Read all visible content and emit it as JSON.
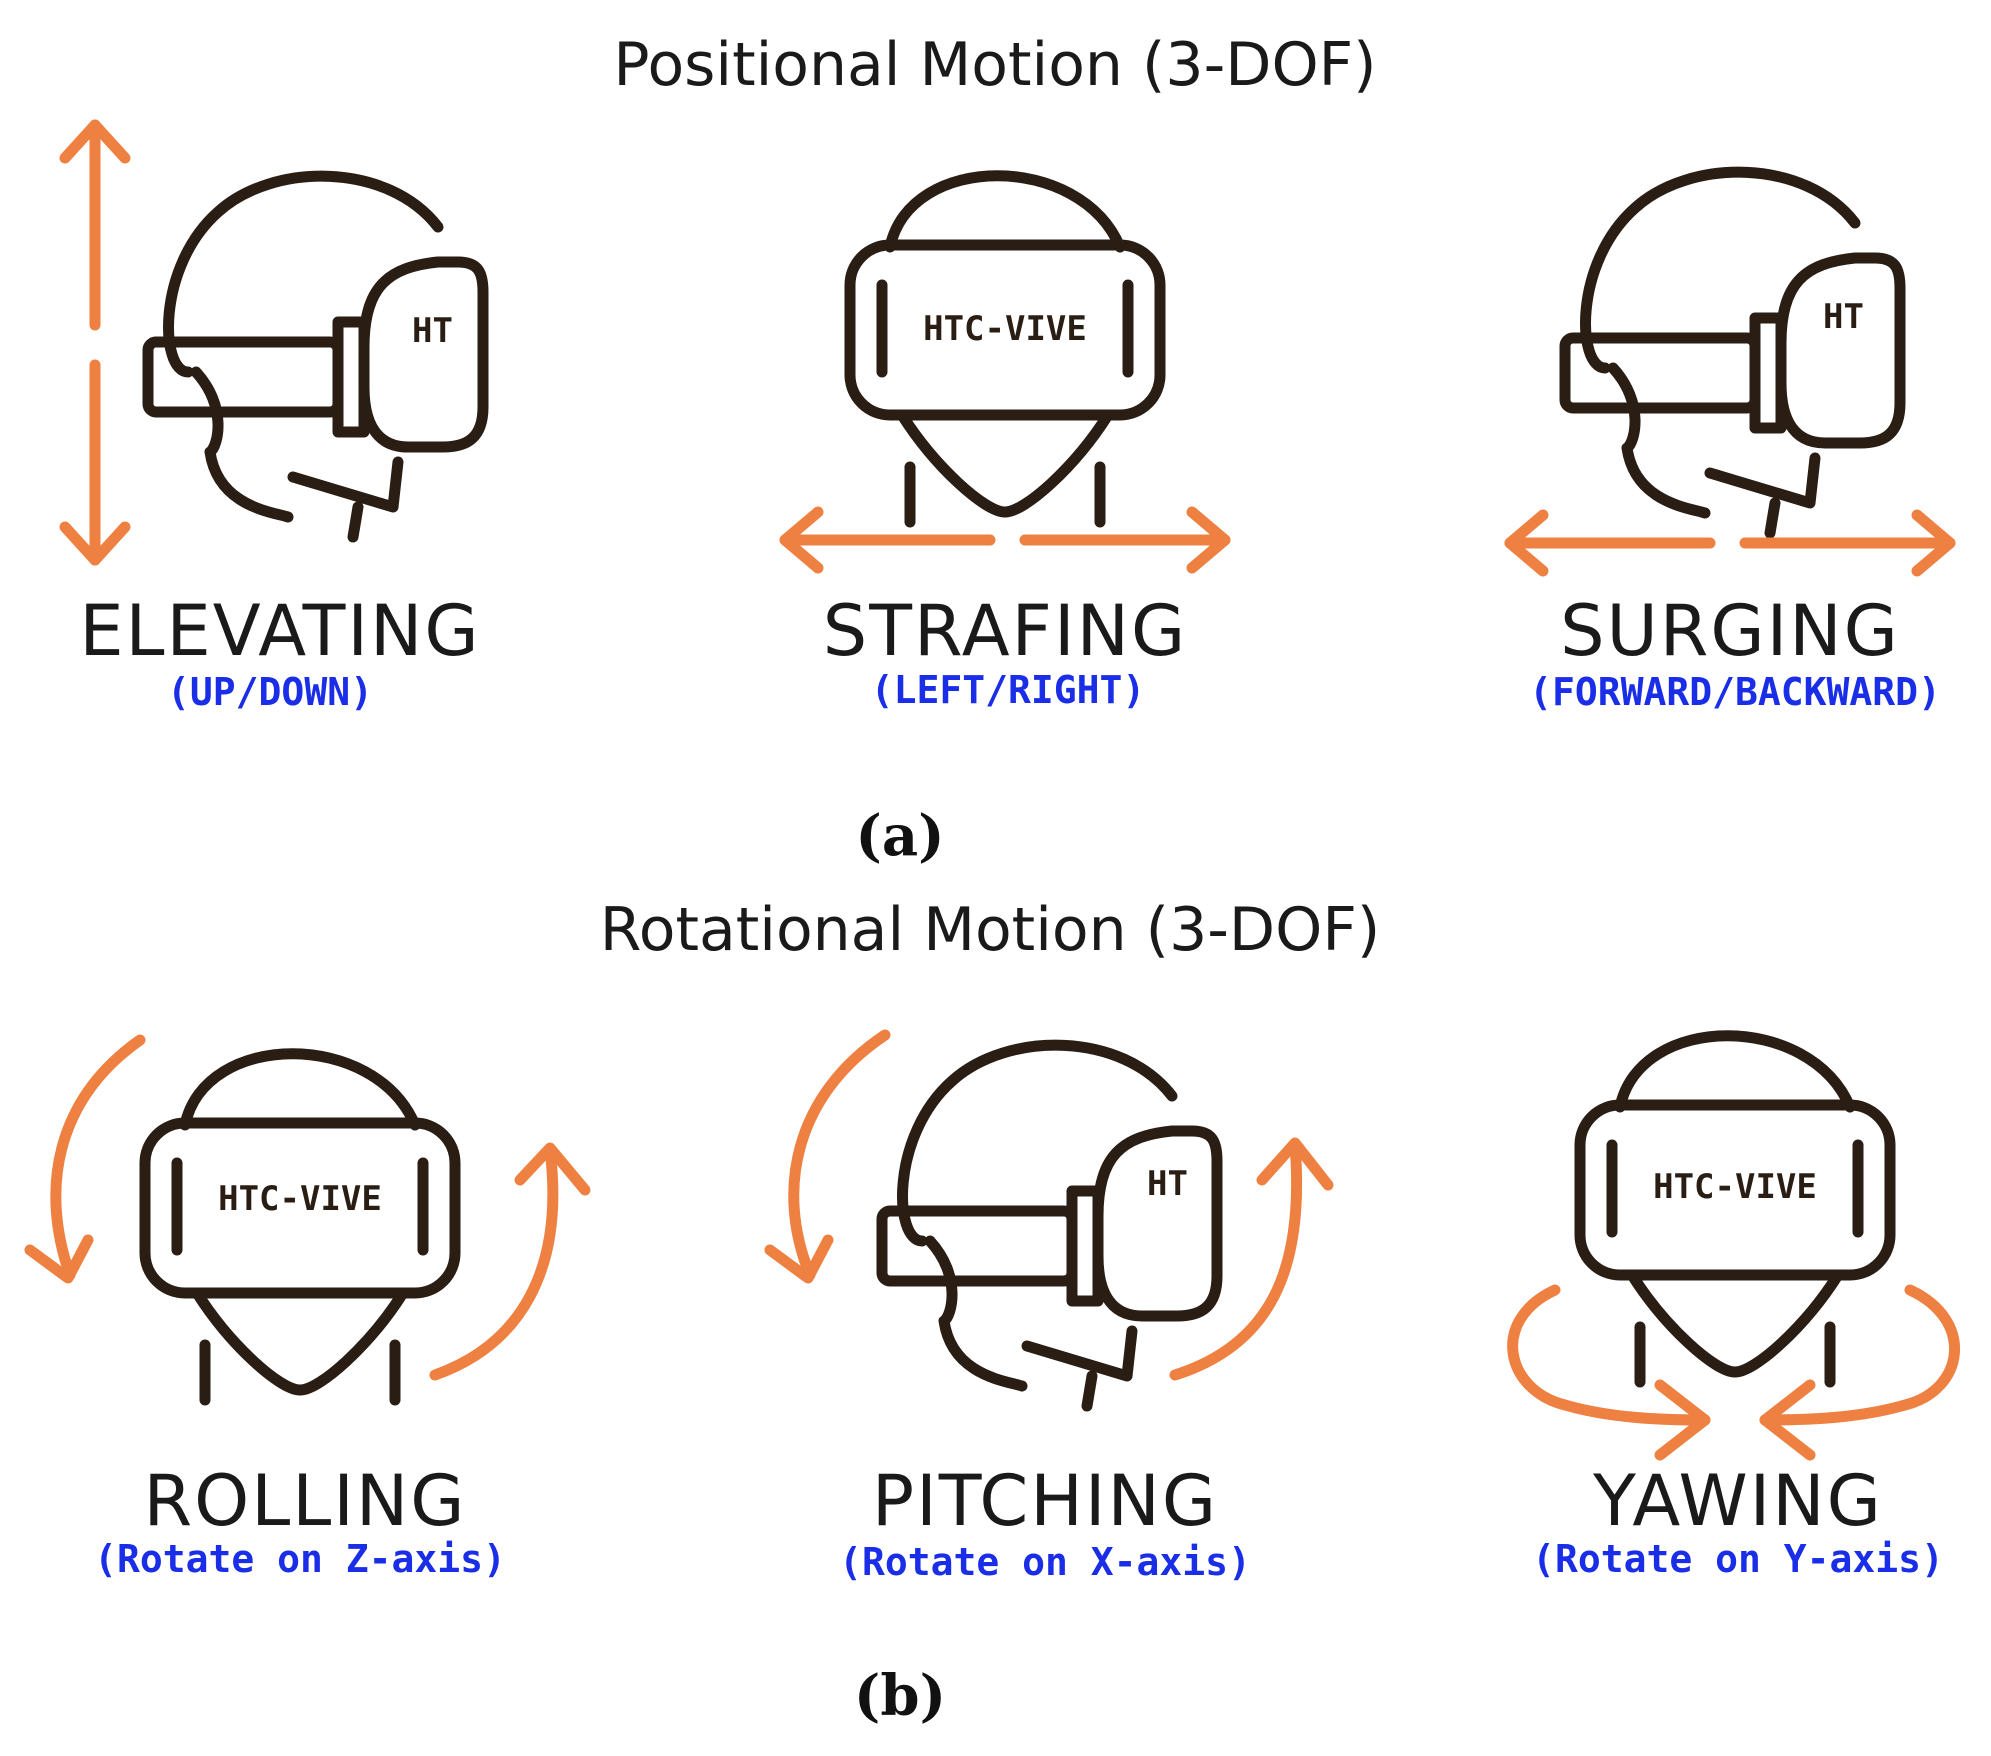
{
  "panel_a": {
    "title": "Positional Motion (3-DOF)",
    "label": "(a)",
    "items": [
      {
        "name": "ELEVATING",
        "desc": "(UP/DOWN)",
        "view": "side",
        "headset_text": "HT",
        "arrow": "vertical"
      },
      {
        "name": "STRAFING",
        "desc": "(LEFT/RIGHT)",
        "view": "front",
        "headset_text": "HTC-VIVE",
        "arrow": "left-right"
      },
      {
        "name": "SURGING",
        "desc": "(FORWARD/BACKWARD)",
        "view": "side",
        "headset_text": "HT",
        "arrow": "left-right"
      }
    ]
  },
  "panel_b": {
    "title": "Rotational Motion (3-DOF)",
    "label": "(b)",
    "items": [
      {
        "name": "ROLLING",
        "desc": "(Rotate on Z-axis)",
        "view": "front",
        "headset_text": "HTC-VIVE",
        "arrow": "roll"
      },
      {
        "name": "PITCHING",
        "desc": "(Rotate on X-axis)",
        "view": "side",
        "headset_text": "HT",
        "arrow": "pitch"
      },
      {
        "name": "YAWING",
        "desc": "(Rotate on Y-axis)",
        "view": "front",
        "headset_text": "HTC-VIVE",
        "arrow": "yaw"
      }
    ]
  },
  "colors": {
    "outline": "#2a1e14",
    "arrow": "#ee8041",
    "description": "#1a2ee8"
  }
}
